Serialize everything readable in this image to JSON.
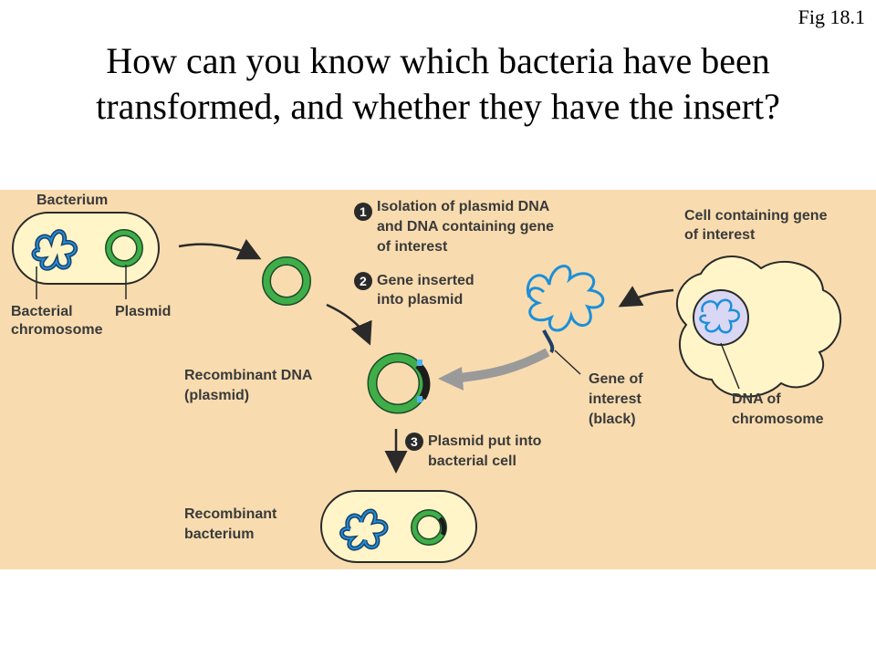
{
  "fig_label": "Fig 18.1",
  "title": {
    "line1": "How can you know which bacteria have been",
    "line2": "transformed, and whether they have the insert?"
  },
  "diagram": {
    "bacterium": "Bacterium",
    "bacterial_chromosome": [
      "Bacterial",
      "chromosome"
    ],
    "plasmid": "Plasmid",
    "step1": {
      "number": "1",
      "lines": [
        "Isolation of plasmid DNA",
        "and DNA containing gene",
        "of interest"
      ]
    },
    "step2": {
      "number": "2",
      "lines": [
        "Gene inserted",
        "into plasmid"
      ]
    },
    "step3": {
      "number": "3",
      "lines": [
        "Plasmid put into",
        "bacterial cell"
      ]
    },
    "cell_containing_gene": [
      "Cell containing gene",
      "of interest"
    ],
    "recombinant_dna": [
      "Recombinant DNA",
      "(plasmid)"
    ],
    "gene_of_interest": [
      "Gene of",
      "interest",
      "(black)"
    ],
    "dna_of_chromosome": [
      "DNA of",
      "chromosome"
    ],
    "recombinant_bacterium": [
      "Recombinant",
      "bacterium"
    ]
  },
  "colors": {
    "panel_bg": "#f8dcaf",
    "cell_fill": "#fff5c8",
    "plasmid_green": "#3fae49",
    "dna_blue": "#1d8fd8",
    "dna_dark": "#1e3f66",
    "nucleus_fill": "#d9d7f4",
    "label_gray": "#3a3a3a",
    "arrow_gray": "#9a9a9a"
  }
}
